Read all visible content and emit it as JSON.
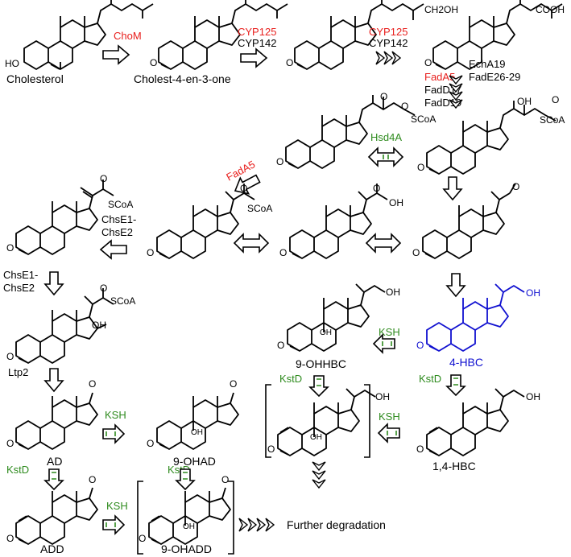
{
  "colors": {
    "black": "#000000",
    "red": "#e8201e",
    "green": "#2e8b1e",
    "blue": "#1010d0"
  },
  "compounds": {
    "cholesterol": "Cholesterol",
    "cholestenone": "Cholest-4-en-3-one",
    "hbc": "4-HBC",
    "ohhbc": "9-OHHBC",
    "hbc14": "1,4-HBC",
    "ad": "AD",
    "ohad": "9-OHAD",
    "add": "ADD",
    "ohadd": "9-OHADD",
    "further": "Further degradation"
  },
  "groups": {
    "ho": "HO",
    "o": "O",
    "oh": "OH",
    "ch2oh": "CH2OH",
    "cooh": "COOH",
    "scoa": "SCoA"
  },
  "enzymes": {
    "chom": "ChoM",
    "cyp125": "CYP125",
    "cyp142": "CYP142",
    "echa19": "EchA19",
    "fade": "FadE26-29",
    "fada5": "FadA5",
    "fadd17": "FadD17",
    "fadd19": "FadD19",
    "hsd4a": "Hsd4A",
    "chse1": "ChsE1-",
    "chse2": "ChsE2",
    "ltp2": "Ltp2",
    "ksh": "KSH",
    "kstd": "KstD"
  }
}
